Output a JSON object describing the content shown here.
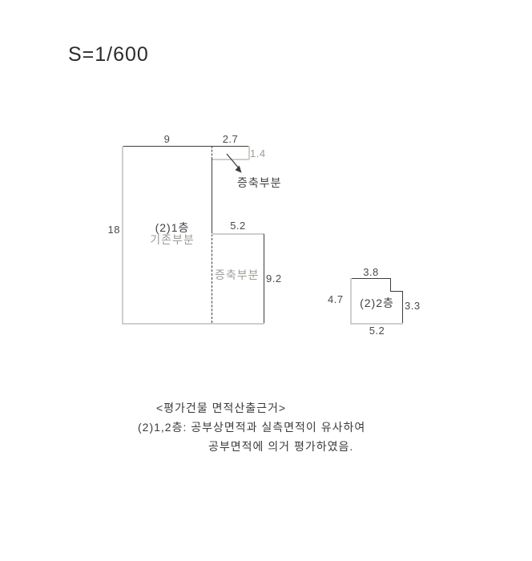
{
  "scale_label": "S=1/600",
  "floor1": {
    "dim_top_width": "9",
    "dim_ext1_width": "2.7",
    "dim_ext1_height": "1.4",
    "ext1_callout_label": "증축부분",
    "dim_left_height": "18",
    "room_label_line1": "(2)1층",
    "room_label_line2": "기존부분",
    "dim_ext2_width": "5.2",
    "ext2_label": "증축부분",
    "dim_ext2_height": "9.2"
  },
  "floor2": {
    "dim_top": "3.8",
    "dim_left": "4.7",
    "room_label": "(2)2층",
    "dim_right": "3.3",
    "dim_bottom": "5.2"
  },
  "notes": {
    "heading": "<평가건물 면적산출근거>",
    "line1": "(2)1,2층: 공부상면적과 실측면적이  유사하여",
    "line2": "공부면적에 의거 평가하였음."
  },
  "colors": {
    "line_dark": "#3d3d3d",
    "line_light": "#cfcfca",
    "text": "#3a3a3a",
    "text_light": "#9c9c96",
    "background": "#ffffff"
  }
}
